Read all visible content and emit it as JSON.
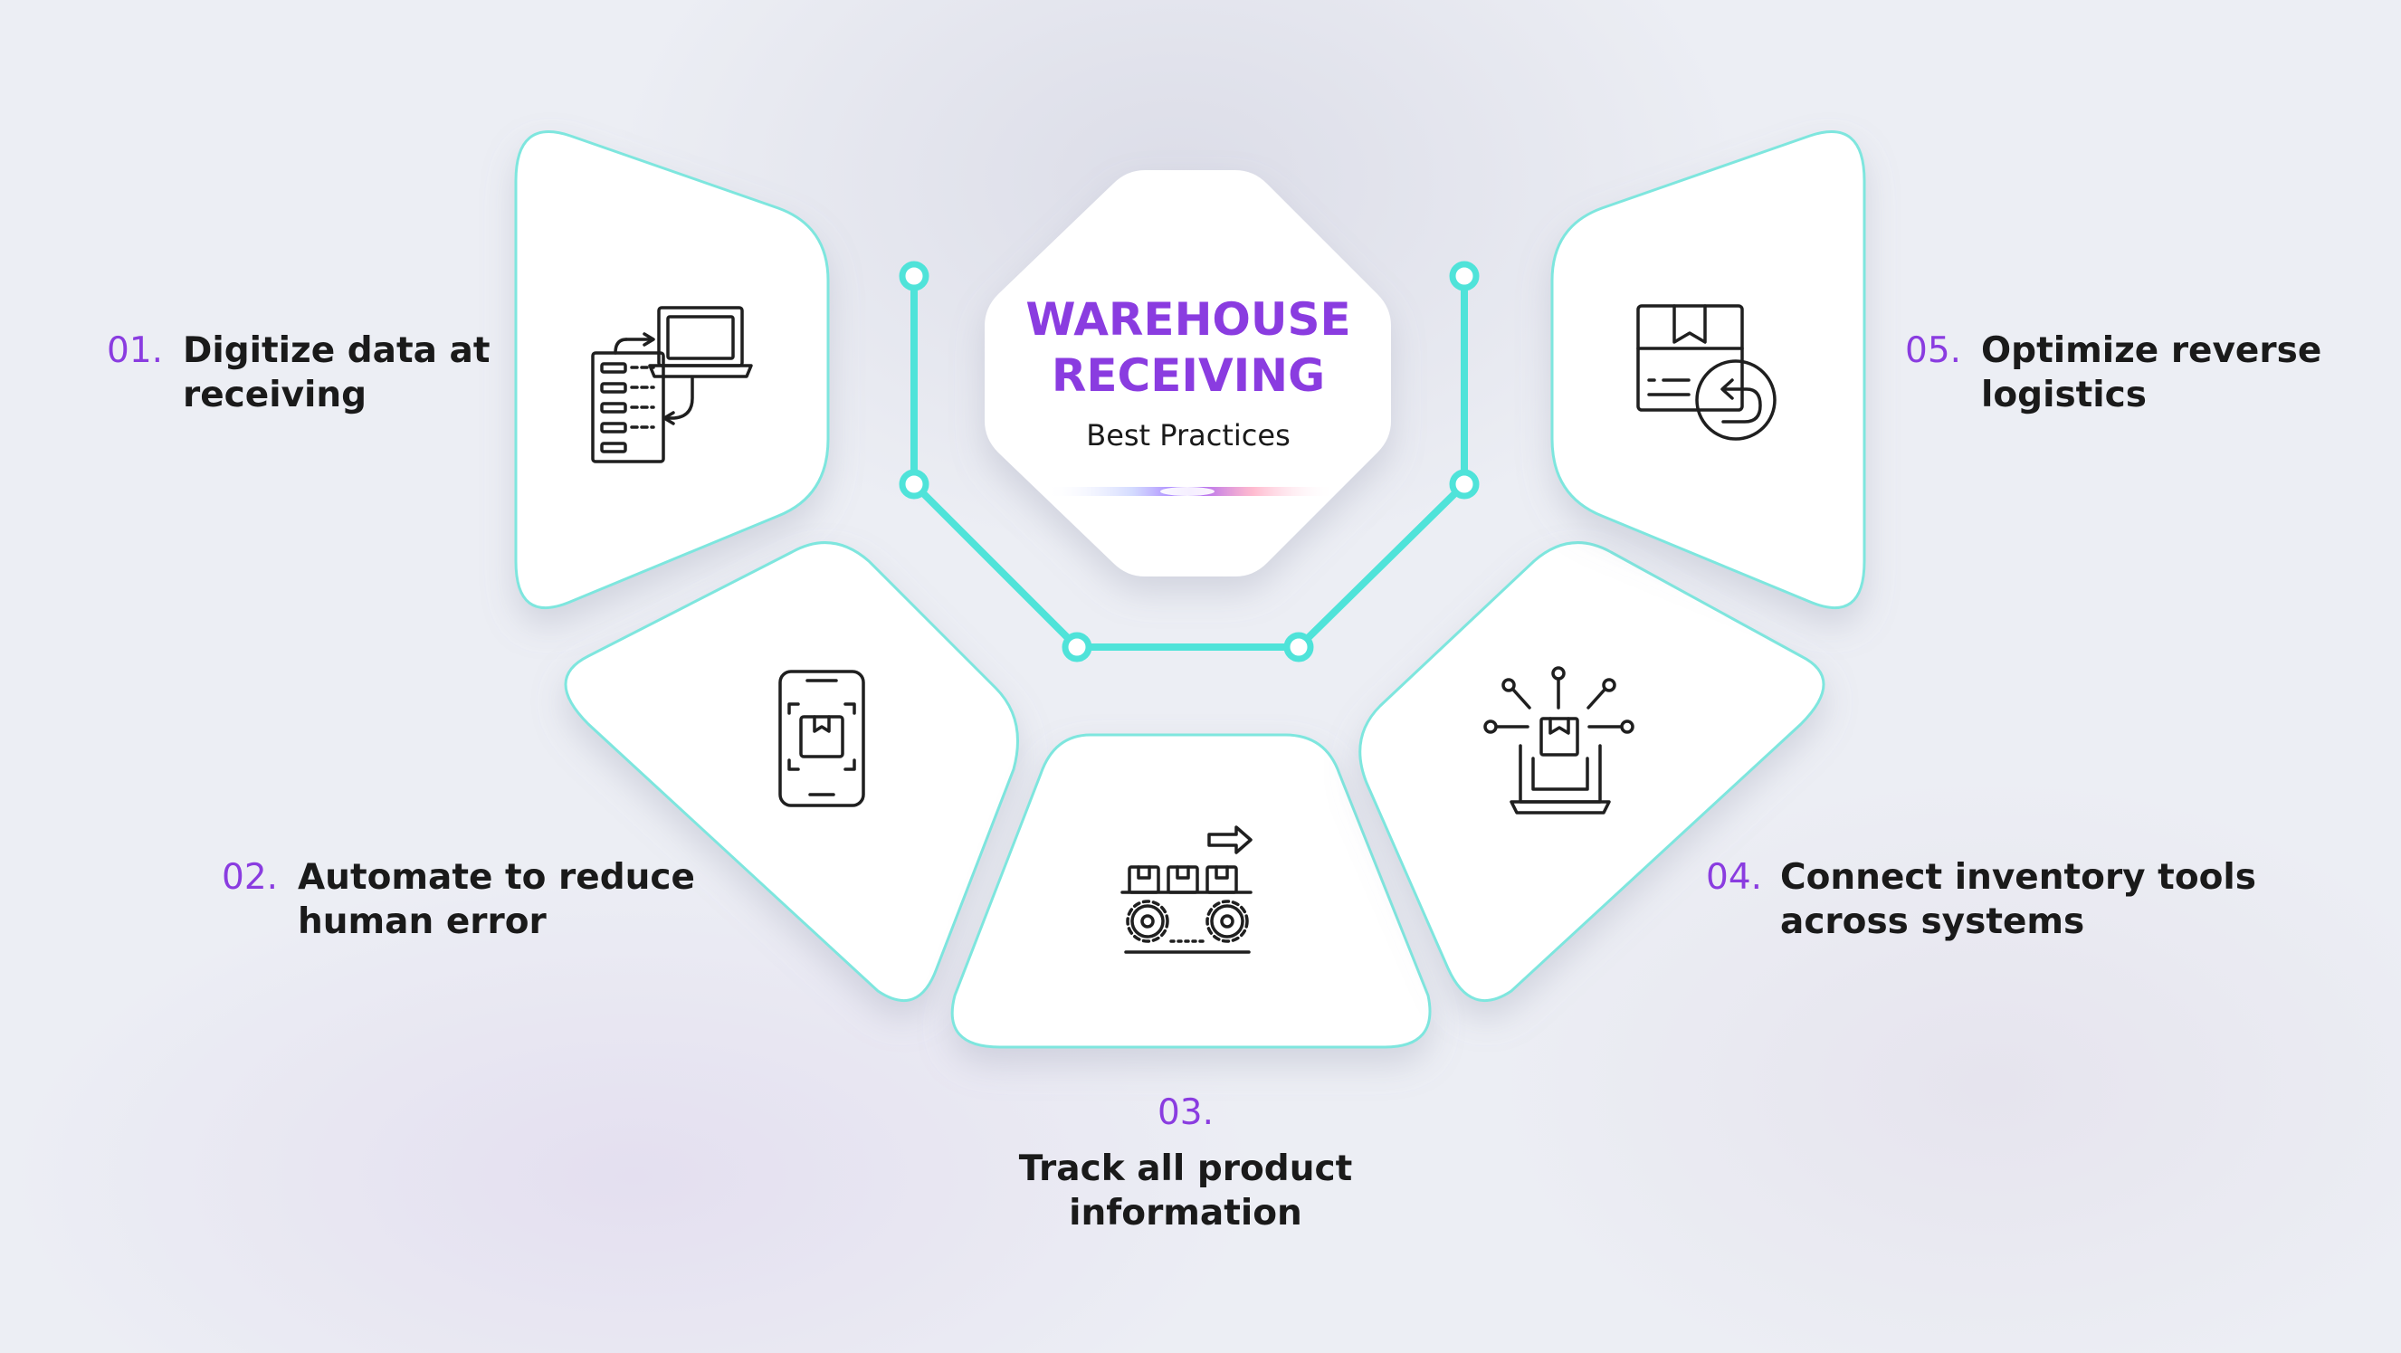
{
  "center": {
    "title_line1": "WAREHOUSE",
    "title_line2": "RECEIVING",
    "subtitle": "Best Practices"
  },
  "colors": {
    "accent_purple": "#8a3ce0",
    "connector_teal": "#4fe3d9",
    "card_outline": "#7ee6de",
    "text": "#1a1a1a"
  },
  "steps": [
    {
      "number": "01.",
      "line1": "Digitize data at",
      "line2": "receiving",
      "icon": "digital-data-transfer-icon"
    },
    {
      "number": "02.",
      "line1": "Automate to reduce",
      "line2": "human error",
      "icon": "smartphone-scan-icon"
    },
    {
      "number": "03.",
      "line1": "Track all product",
      "line2": "information",
      "icon": "conveyor-belt-icon"
    },
    {
      "number": "04.",
      "line1": "Connect inventory tools",
      "line2": "across systems",
      "icon": "connected-inventory-icon"
    },
    {
      "number": "05.",
      "line1": "Optimize reverse",
      "line2": "logistics",
      "icon": "package-return-icon"
    }
  ]
}
